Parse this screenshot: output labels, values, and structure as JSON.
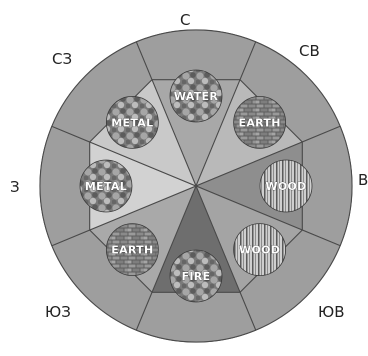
{
  "directions": {
    "n": "С",
    "ne": "СВ",
    "e": "В",
    "se": "ЮВ",
    "s": "",
    "sw": "ЮЗ",
    "w": "З",
    "nw": "СЗ"
  },
  "sectors": [
    {
      "id": "n",
      "element": "WATER",
      "fill": "#a8a8a8",
      "texture": "stones"
    },
    {
      "id": "ne",
      "element": "EARTH",
      "fill": "#b9b9b9",
      "texture": "bricks"
    },
    {
      "id": "e",
      "element": "WOOD",
      "fill": "#8e8e8e",
      "texture": "stripes"
    },
    {
      "id": "se",
      "element": "WOOD",
      "fill": "#a4a4a4",
      "texture": "stripes"
    },
    {
      "id": "s",
      "element": "FIRE",
      "fill": "#6e6e6e",
      "texture": "stones"
    },
    {
      "id": "sw",
      "element": "EARTH",
      "fill": "#a9a9a9",
      "texture": "bricks"
    },
    {
      "id": "w",
      "element": "METAL",
      "fill": "#d2d2d2",
      "texture": "stones"
    },
    {
      "id": "nw",
      "element": "METAL",
      "fill": "#c9c9c9",
      "texture": "stones"
    }
  ],
  "colors": {
    "rim": "#9e9e9e",
    "outline": "#4a4a4a"
  }
}
